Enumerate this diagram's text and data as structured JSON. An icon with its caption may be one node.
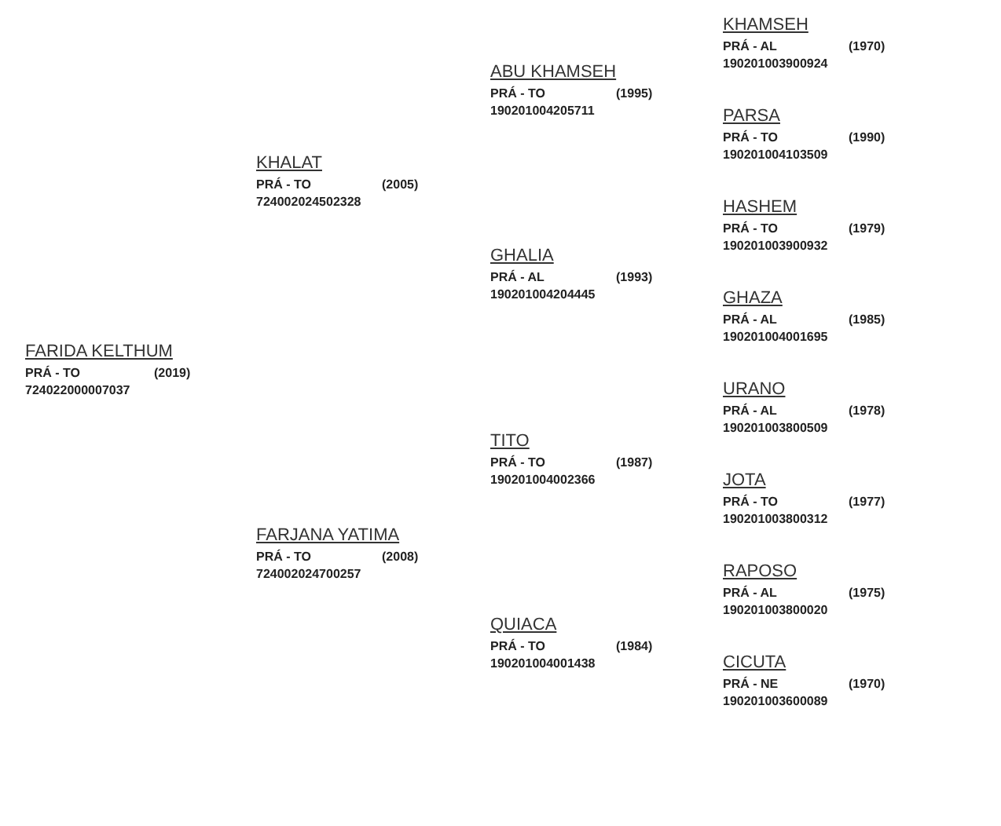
{
  "diagram": {
    "labels": [
      "FARIDA KELTHUM",
      "PRÁ - TO",
      "(2019)",
      "724022000007037",
      "KHALAT",
      "PRÁ - TO",
      "(2005)",
      "724002024502328",
      "FARJANA YATIMA",
      "PRÁ - TO",
      "(2008)",
      "724002024700257",
      "ABU KHAMSEH",
      "PRÁ - TO",
      "(1995)",
      "190201004205711",
      "GHALIA",
      "PRÁ - AL",
      "(1993)",
      "190201004204445",
      "TITO",
      "PRÁ - TO",
      "(1987)",
      "190201004002366",
      "QUIACA",
      "PRÁ - TO",
      "(1984)",
      "190201004001438",
      "KHAMSEH",
      "PRÁ - AL",
      "(1970)",
      "190201003900924",
      "PARSA",
      "PRÁ - TO",
      "(1990)",
      "190201004103509",
      "HASHEM",
      "PRÁ - TO",
      "(1979)",
      "190201003900932",
      "GHAZA",
      "PRÁ - AL",
      "(1985)",
      "190201004001695",
      "URANO",
      "PRÁ - AL",
      "(1978)",
      "190201003800509",
      "JOTA",
      "PRÁ - TO",
      "(1977)",
      "190201003800312",
      "RAPOSO",
      "PRÁ - AL",
      "(1975)",
      "190201003800020",
      "CICUTA",
      "PRÁ - NE",
      "(1970)",
      "190201003600089"
    ]
  }
}
